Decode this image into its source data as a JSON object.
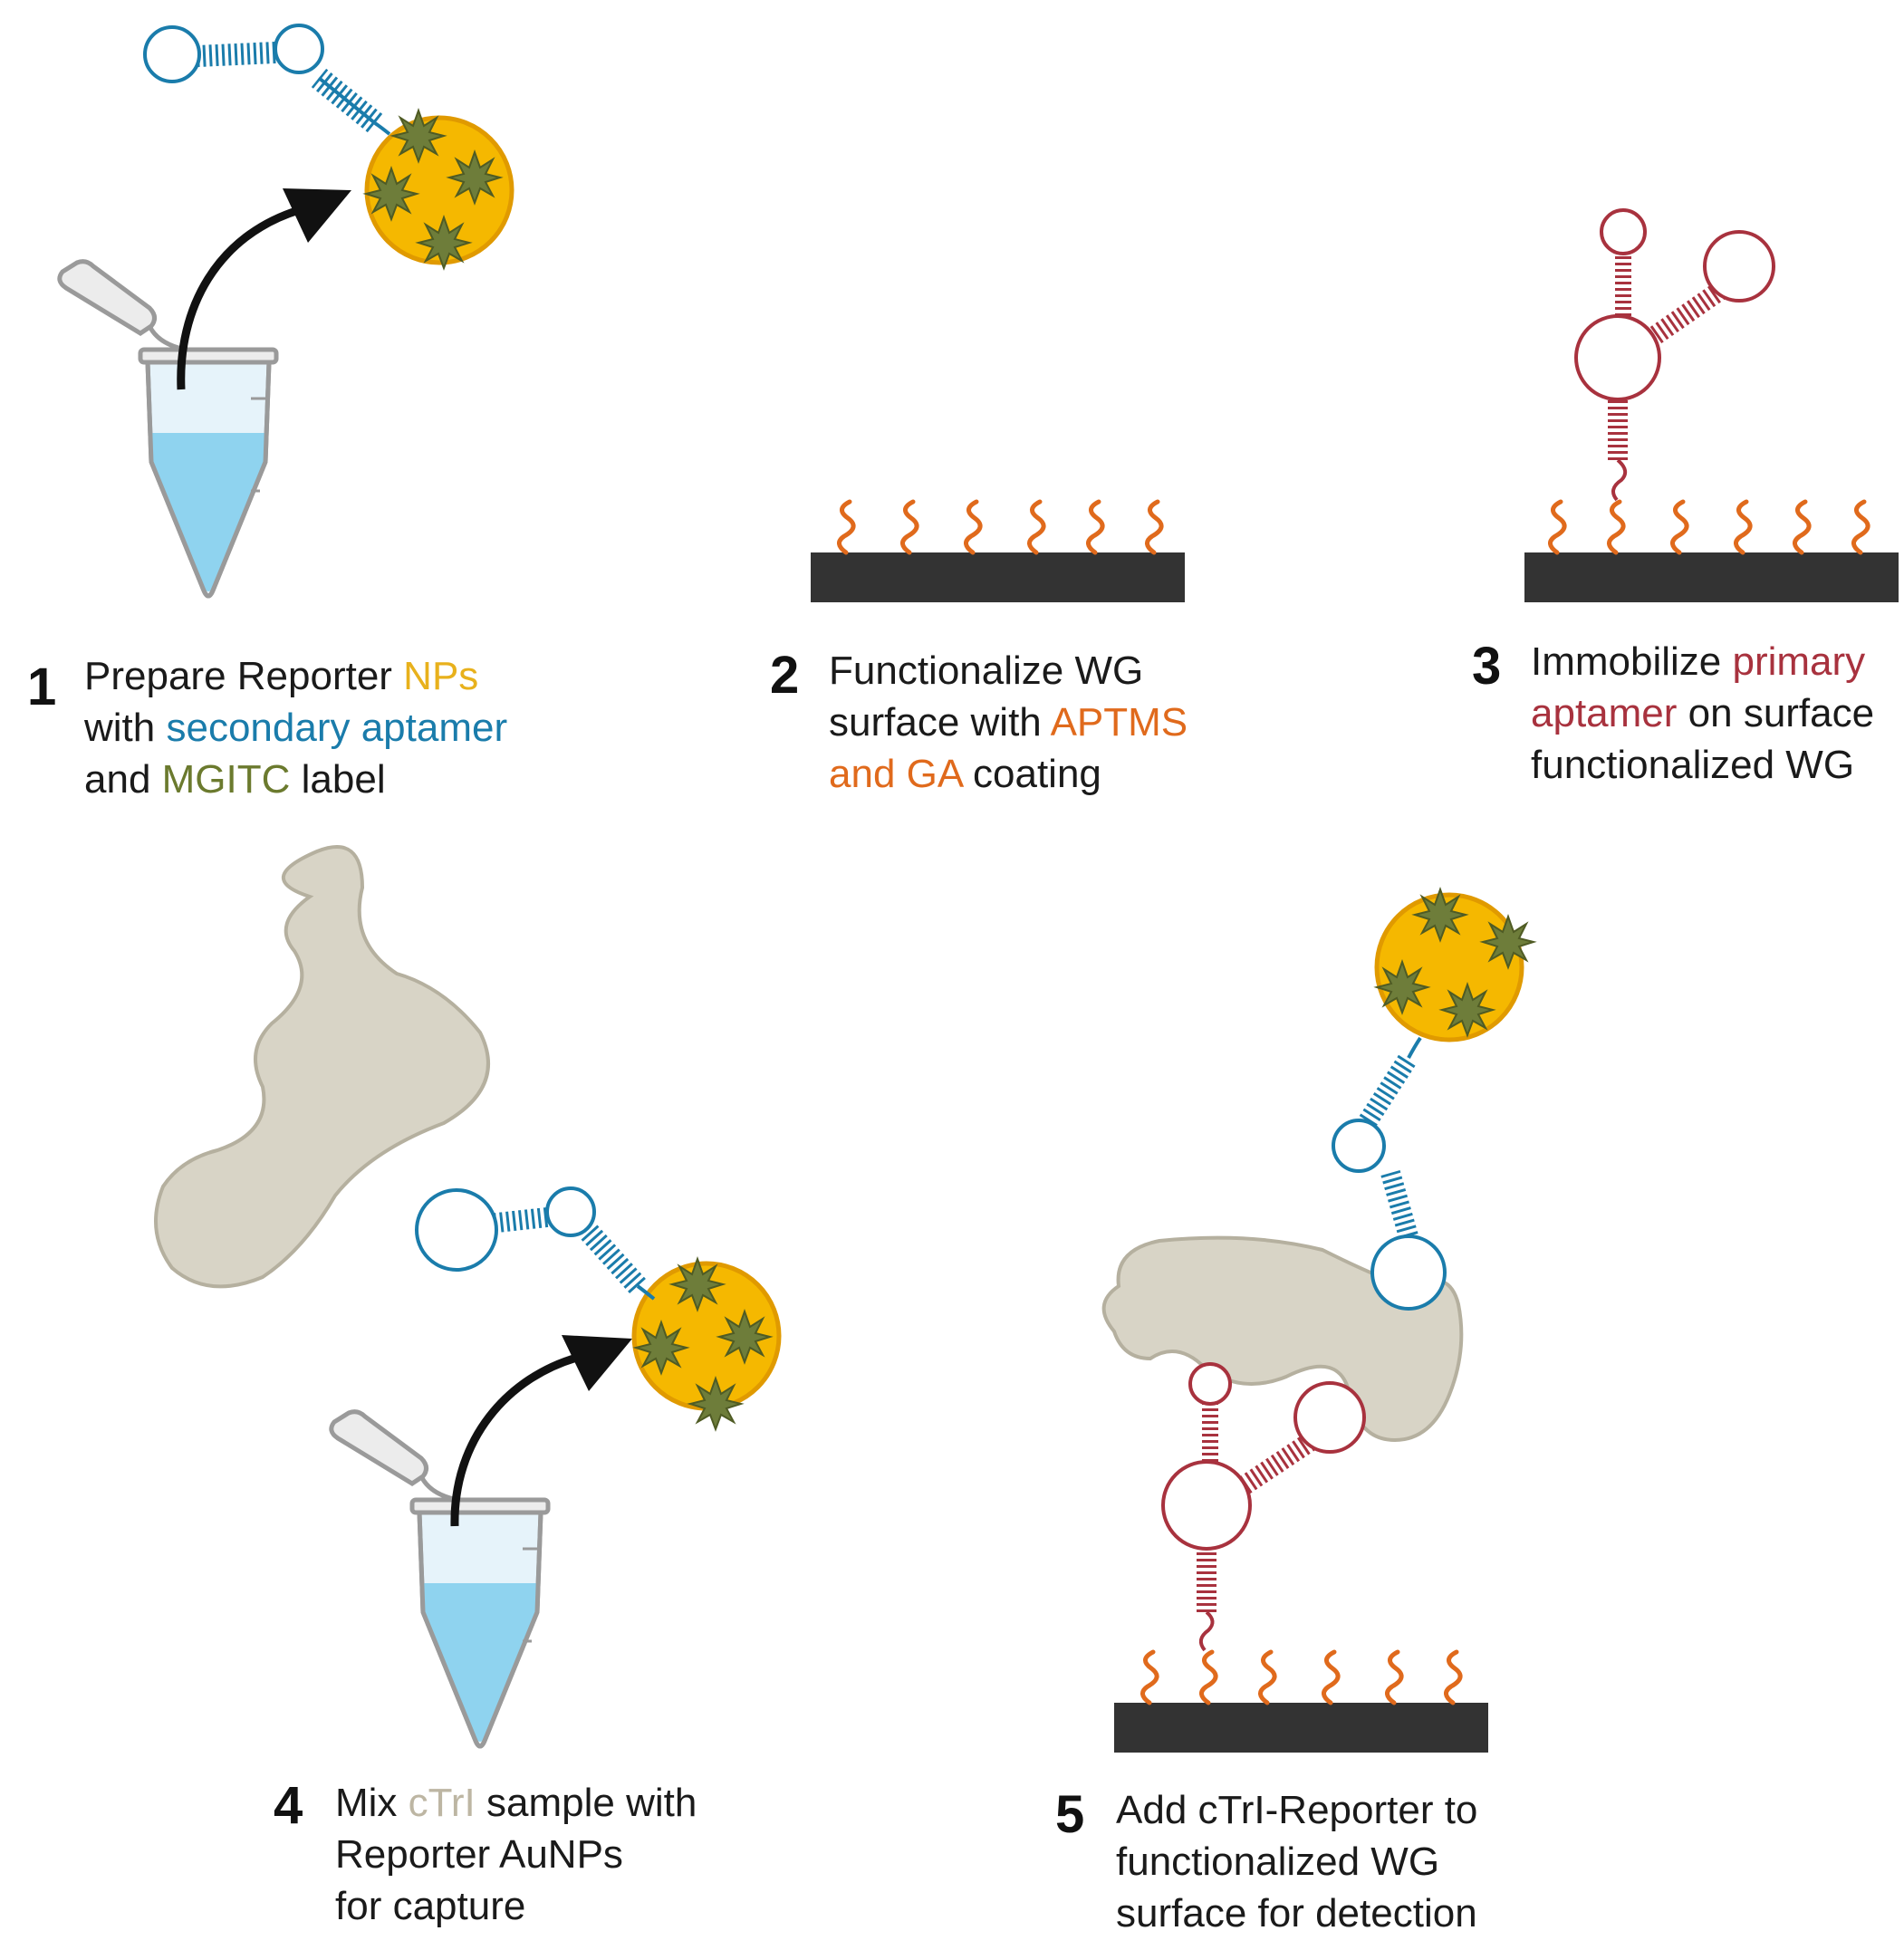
{
  "colors": {
    "orange": "#e06a1c",
    "blue_aptamer": "#1a7cab",
    "red_aptamer": "#a8323e",
    "gold": "#f5b800",
    "star": "#6e7d3a",
    "protein": "#d8d4c6",
    "substrate": "#333333"
  },
  "icons": [
    "microcentrifuge-tube-icon",
    "curved-arrow-icon",
    "gold-nanoparticle-icon",
    "aptamer-icon",
    "protein-icon",
    "waveguide-substrate-icon"
  ],
  "steps": [
    {
      "num": "1",
      "l1a": "Prepare Reporter ",
      "l1b": "NPs",
      "l2a": "with ",
      "l2b": "secondary aptamer",
      "l3a": "and ",
      "l3b": "MGITC",
      "l3c": " label"
    },
    {
      "num": "2",
      "l1": "Functionalize WG",
      "l2a": "surface with ",
      "l2b": "APTMS",
      "l3a": "and GA",
      "l3b": " coating"
    },
    {
      "num": "3",
      "l1a": "Immobilize ",
      "l1b": "primary",
      "l2a": "aptamer",
      "l2b": " on surface",
      "l3": "functionalized WG"
    },
    {
      "num": "4",
      "l1a": "Mix ",
      "l1b": "cTrI",
      "l1c": " sample with",
      "l2": "Reporter AuNPs",
      "l3": "for capture"
    },
    {
      "num": "5",
      "l1": "Add cTrI-Reporter to",
      "l2": "functionalized WG",
      "l3": "surface for detection"
    }
  ]
}
